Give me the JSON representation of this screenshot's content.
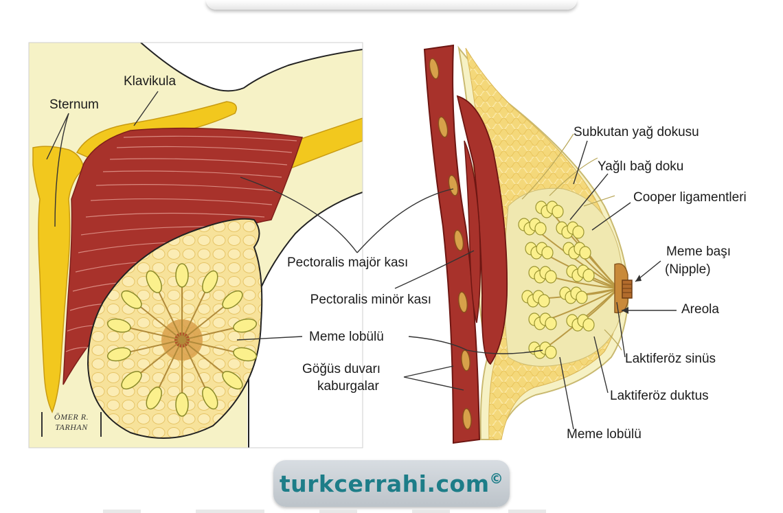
{
  "labels": {
    "sternum": "Sternum",
    "klavikula": "Klavikula",
    "pectoralis_major": "Pectoralis majör kası",
    "pectoralis_minor": "Pectoralis minör kası",
    "meme_lobulu_left": "Meme lobülü",
    "gogus_duvari_line1": "Göğüs duvarı",
    "gogus_duvari_line2": "kaburgalar",
    "subkutan": "Subkutan yağ dokusu",
    "yagli_bag": "Yağlı bağ doku",
    "cooper": "Cooper ligamentleri",
    "meme_basi_line1": "Meme başı",
    "meme_basi_line2": "(Nipple)",
    "areola": "Areola",
    "laktiferoz_sinus": "Laktiferöz sinüs",
    "laktiferoz_duktus": "Laktiferöz duktus",
    "meme_lobulu_right": "Meme lobülü"
  },
  "signature": {
    "line1": "ÖMER R.",
    "line2": "TARHAN"
  },
  "brand": {
    "site": "turkcerrahi.com",
    "mark": "©"
  },
  "colors": {
    "muscle": "#a8322b",
    "muscle_dark": "#7d1f1a",
    "bone": "#f2c81e",
    "fat": "#f4dc86",
    "lobule": "#fbf08c",
    "skin": "#f6f1c4",
    "brand_text": "#1d7d88"
  }
}
